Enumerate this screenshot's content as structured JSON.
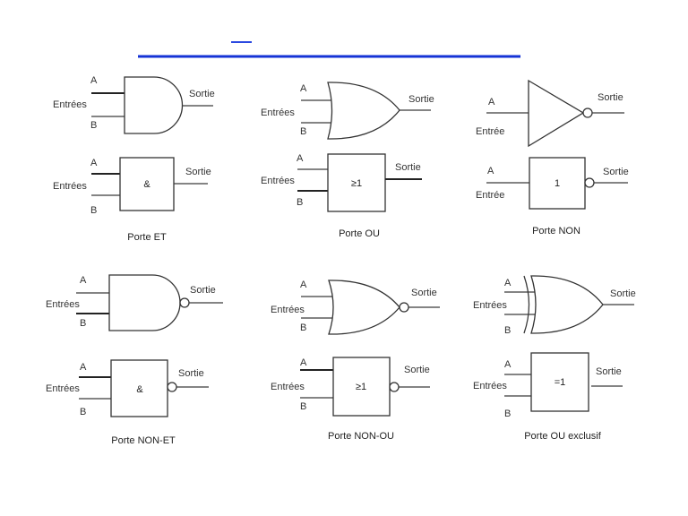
{
  "header": {
    "accent_color": "#1533d6"
  },
  "labels": {
    "input_a": "A",
    "input_b": "B",
    "inputs": "Entrées",
    "input_single": "Entrée",
    "output": "Sortie"
  },
  "gates": [
    {
      "id": "and",
      "caption": "Porte ET",
      "box_symbol": "&"
    },
    {
      "id": "or",
      "caption": "Porte OU",
      "box_symbol": "≥1"
    },
    {
      "id": "not",
      "caption": "Porte NON",
      "box_symbol": "1"
    },
    {
      "id": "nand",
      "caption": "Porte NON-ET",
      "box_symbol": "&"
    },
    {
      "id": "nor",
      "caption": "Porte NON-OU",
      "box_symbol": "≥1"
    },
    {
      "id": "xor",
      "caption": "Porte OU exclusif",
      "box_symbol": "=1"
    }
  ]
}
